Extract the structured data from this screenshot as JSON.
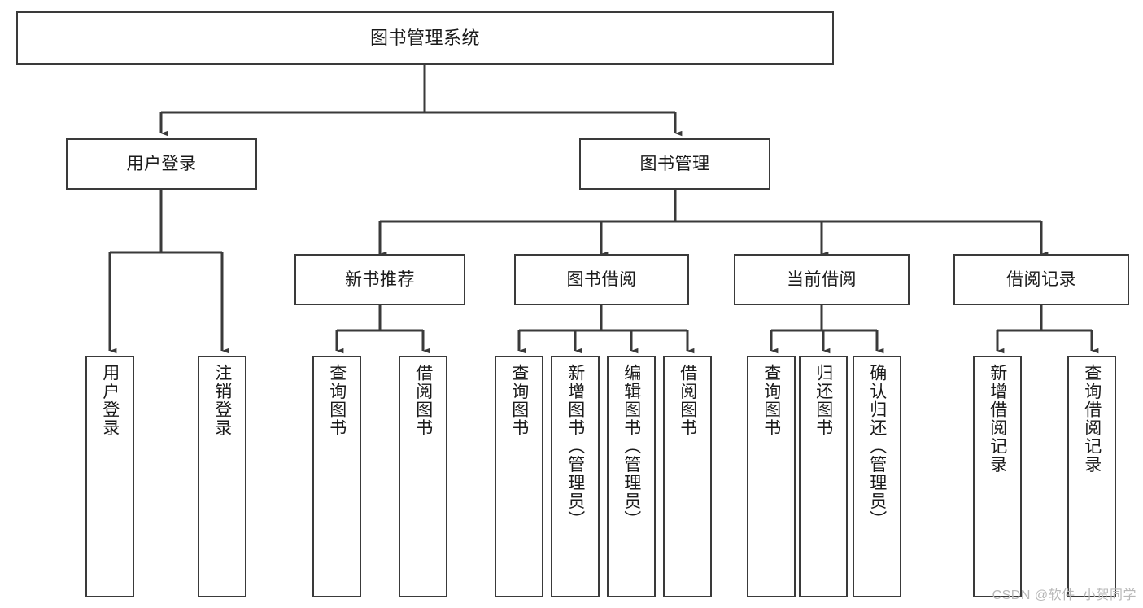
{
  "diagram": {
    "title": "图书管理系统",
    "watermark": "CSDN @软件_小贺同学",
    "colors": {
      "stroke": "#3a3a3a",
      "fill": "#ffffff",
      "text": "#1a1a1a",
      "watermark": "#b8b8b8"
    },
    "levels": {
      "root": {
        "label": "图书管理系统"
      },
      "level2": [
        {
          "label": "用户登录"
        },
        {
          "label": "图书管理"
        }
      ],
      "level3": [
        {
          "label": "新书推荐"
        },
        {
          "label": "图书借阅"
        },
        {
          "label": "当前借阅"
        },
        {
          "label": "借阅记录"
        }
      ],
      "leaves": {
        "user_login": [
          {
            "label": "用户登录"
          },
          {
            "label": "注销登录"
          }
        ],
        "new_book_recommend": [
          {
            "label": "查询图书"
          },
          {
            "label": "借阅图书"
          }
        ],
        "book_borrow": [
          {
            "label": "查询图书"
          },
          {
            "label": "新增图书（管理员）"
          },
          {
            "label": "编辑图书（管理员）"
          },
          {
            "label": "借阅图书"
          }
        ],
        "current_borrow": [
          {
            "label": "查询图书"
          },
          {
            "label": "归还图书"
          },
          {
            "label": "确认归还（管理员）"
          }
        ],
        "borrow_record": [
          {
            "label": "新增借阅记录"
          },
          {
            "label": "查询借阅记录"
          }
        ]
      }
    }
  }
}
